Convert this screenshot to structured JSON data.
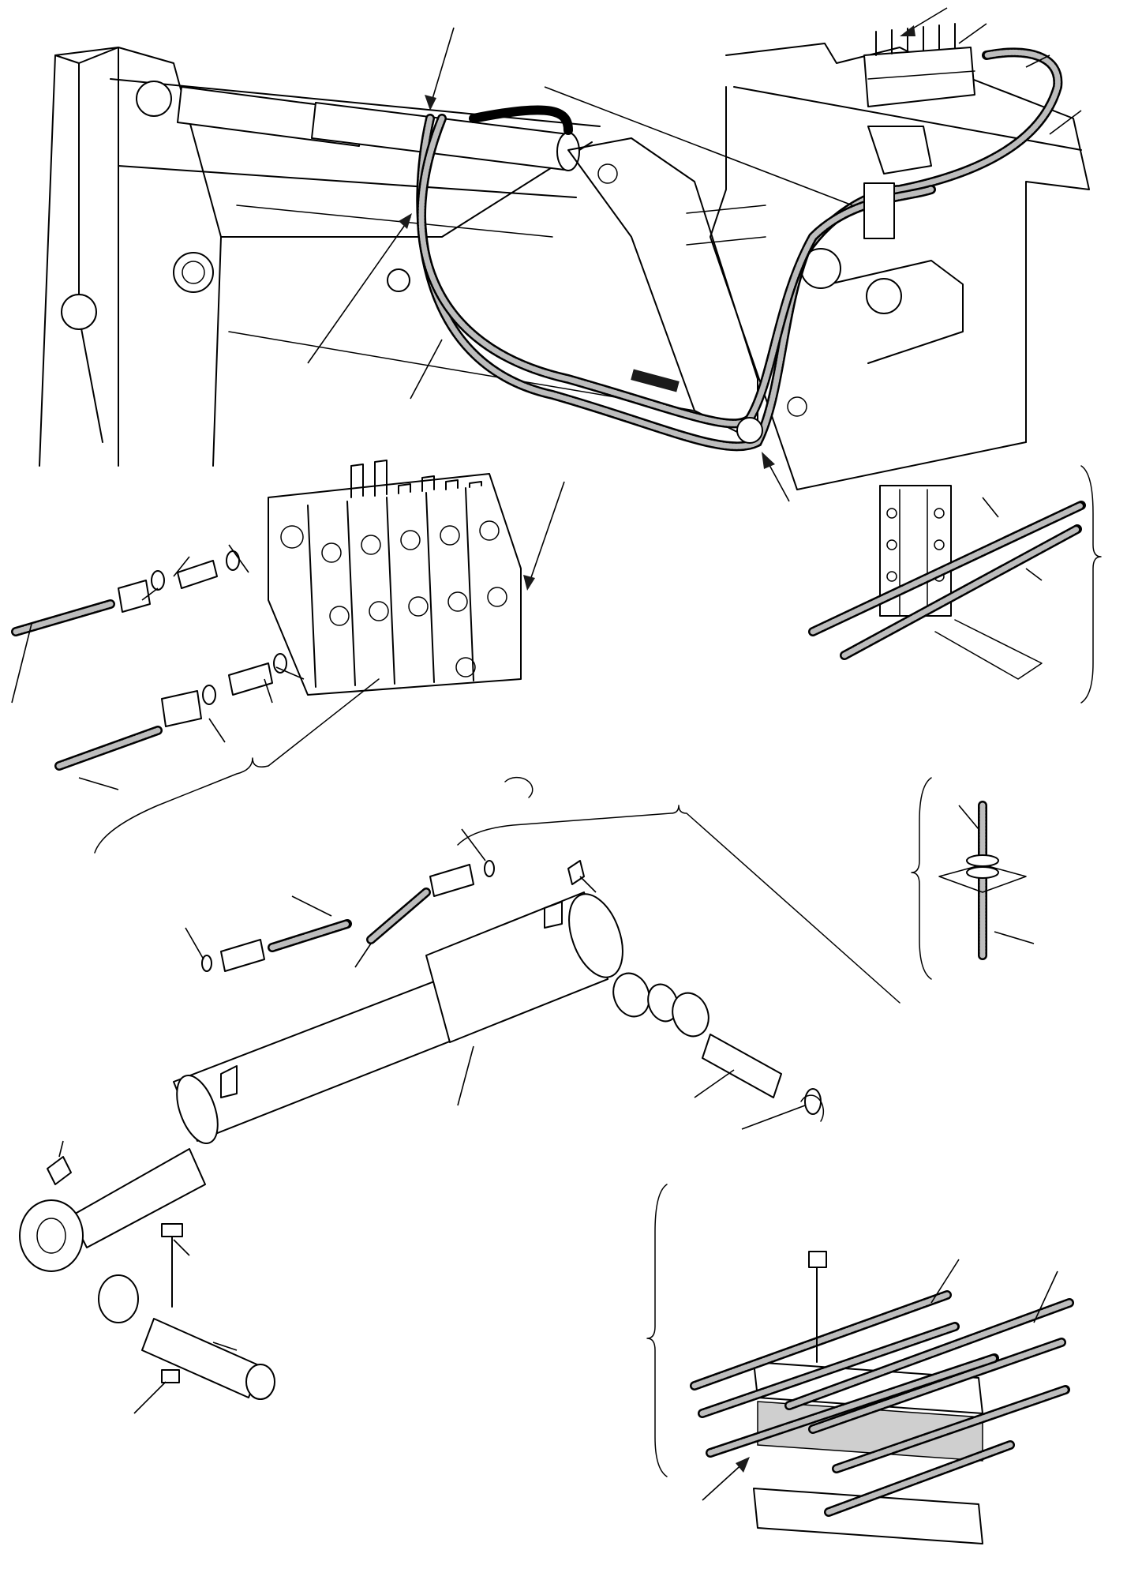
{
  "figure": {
    "description_tags": [
      "exploded-view",
      "hydraulic-cylinder",
      "control-valve",
      "hose-routing",
      "hose-clamp"
    ],
    "ink_color": "#000000",
    "paper_color": "#ffffff",
    "hose_shade_color": "#bdbdbd"
  }
}
